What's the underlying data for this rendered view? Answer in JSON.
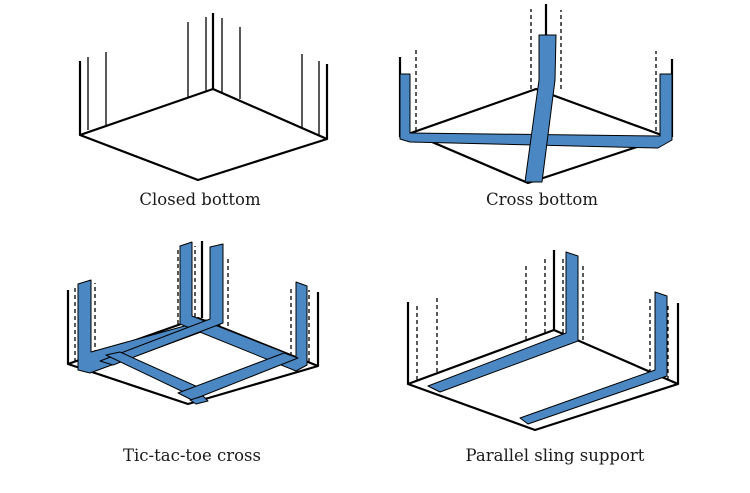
{
  "figure": {
    "strap_color": "#4a87c3",
    "line_color": "#000000",
    "panels": [
      {
        "id": "closed-bottom",
        "caption": "Closed bottom"
      },
      {
        "id": "cross-bottom",
        "caption": "Cross bottom"
      },
      {
        "id": "tic-tac-toe-cross",
        "caption": "Tic-tac-toe cross"
      },
      {
        "id": "parallel-sling-support",
        "caption": "Parallel sling support"
      }
    ]
  }
}
